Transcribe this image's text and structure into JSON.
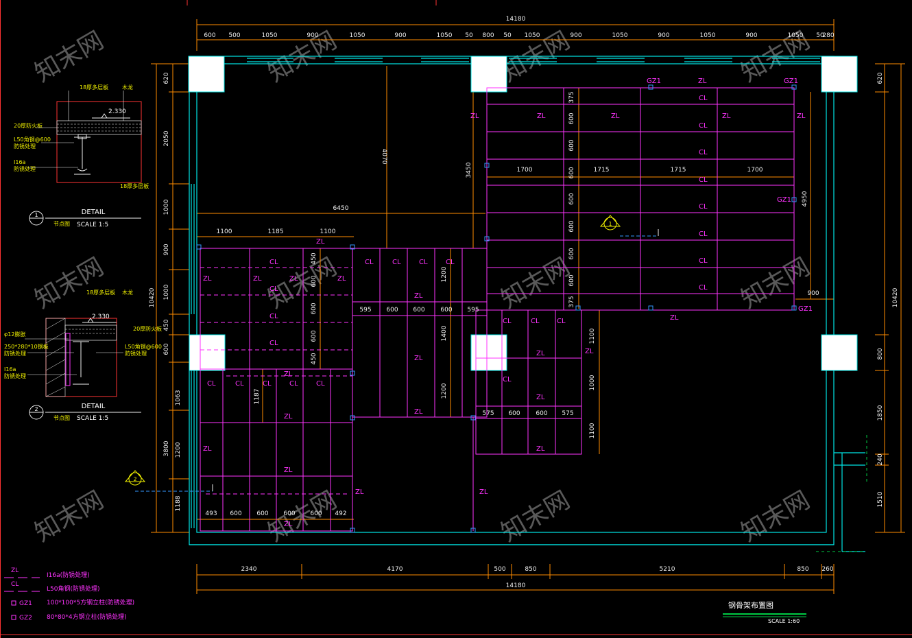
{
  "drawing": {
    "title": "钢骨架布置图",
    "scale": "SCALE 1:60",
    "overall_width": "14180",
    "overall_height": "10420"
  },
  "top_dims": [
    "600",
    "500",
    "1050",
    "900",
    "1050",
    "900",
    "1050",
    "50",
    "800",
    "50",
    "1050",
    "900",
    "1050",
    "900",
    "1050",
    "900",
    "1050",
    "50",
    "280"
  ],
  "bottom_dims": [
    "2340",
    "4170",
    "500",
    "850",
    "5210",
    "850",
    "260"
  ],
  "left_dims": [
    "620",
    "2050",
    "1000",
    "900",
    "1000",
    "450",
    "600",
    "1063",
    "1200",
    "1188"
  ],
  "left_total": "3800",
  "right_dims": [
    "620",
    "800",
    "1850",
    "240",
    "1510"
  ],
  "interior_dims": {
    "d4070": "4070",
    "d3450": "3450",
    "d6450": "6450",
    "d4950": "4950",
    "d900": "900",
    "top_row": [
      "1100",
      "1185",
      "1100"
    ],
    "bay_row": [
      "1700",
      "1715",
      "1715",
      "1700"
    ],
    "bay_col": [
      "375",
      "600",
      "600",
      "600",
      "600",
      "600",
      "600",
      "600",
      "375"
    ],
    "mid_row": [
      "595",
      "600",
      "600",
      "600",
      "595"
    ],
    "mid_col": [
      "1200",
      "1400",
      "1200"
    ],
    "left_col": [
      "450",
      "600",
      "600",
      "600",
      "450"
    ],
    "d1187": "1187",
    "right_col": [
      "1100",
      "1000",
      "1100"
    ],
    "r_row": [
      "575",
      "600",
      "600",
      "575"
    ],
    "bot_row": [
      "493",
      "600",
      "600",
      "600",
      "600",
      "492"
    ]
  },
  "labels": {
    "zl": "ZL",
    "cl": "CL",
    "gz1": "GZ1"
  },
  "details": [
    {
      "elevation": "2.330",
      "caption": "DETAIL",
      "sub": "节点图",
      "scale": "SCALE 1:5",
      "num": "1",
      "notes": [
        "18厚多层板",
        "木龙",
        "20厚防火板",
        "L50角钢@600",
        "防锈处理",
        "I16a",
        "防锈处理",
        "18厚多层板"
      ]
    },
    {
      "elevation": "2.330",
      "caption": "DETAIL",
      "sub": "节点图",
      "scale": "SCALE 1:5",
      "num": "2",
      "notes": [
        "18厚多层板",
        "木龙",
        "φ12膨胀",
        "250*280*10钢板",
        "防锈处理",
        "I16a",
        "防锈处理",
        "20厚防火板",
        "L50角钢@600",
        "防锈处理"
      ]
    }
  ],
  "section_marks": [
    "1",
    "2"
  ],
  "legend": [
    {
      "sym": "ZL",
      "text": "I16a(防锈处理)"
    },
    {
      "sym": "CL",
      "text": "L50角钢(防锈处理)"
    },
    {
      "sym": "GZ1",
      "text": "100*100*5方钢立柱(防锈处理)"
    },
    {
      "sym": "GZ2",
      "text": "80*80*4方钢立柱(防锈处理)"
    }
  ],
  "watermark": "知末网",
  "colors": {
    "wall": "#00e5e5",
    "beam": "#ff33ff",
    "dim": "#ff8c00",
    "note": "#f0f000",
    "text": "#ffffff"
  }
}
